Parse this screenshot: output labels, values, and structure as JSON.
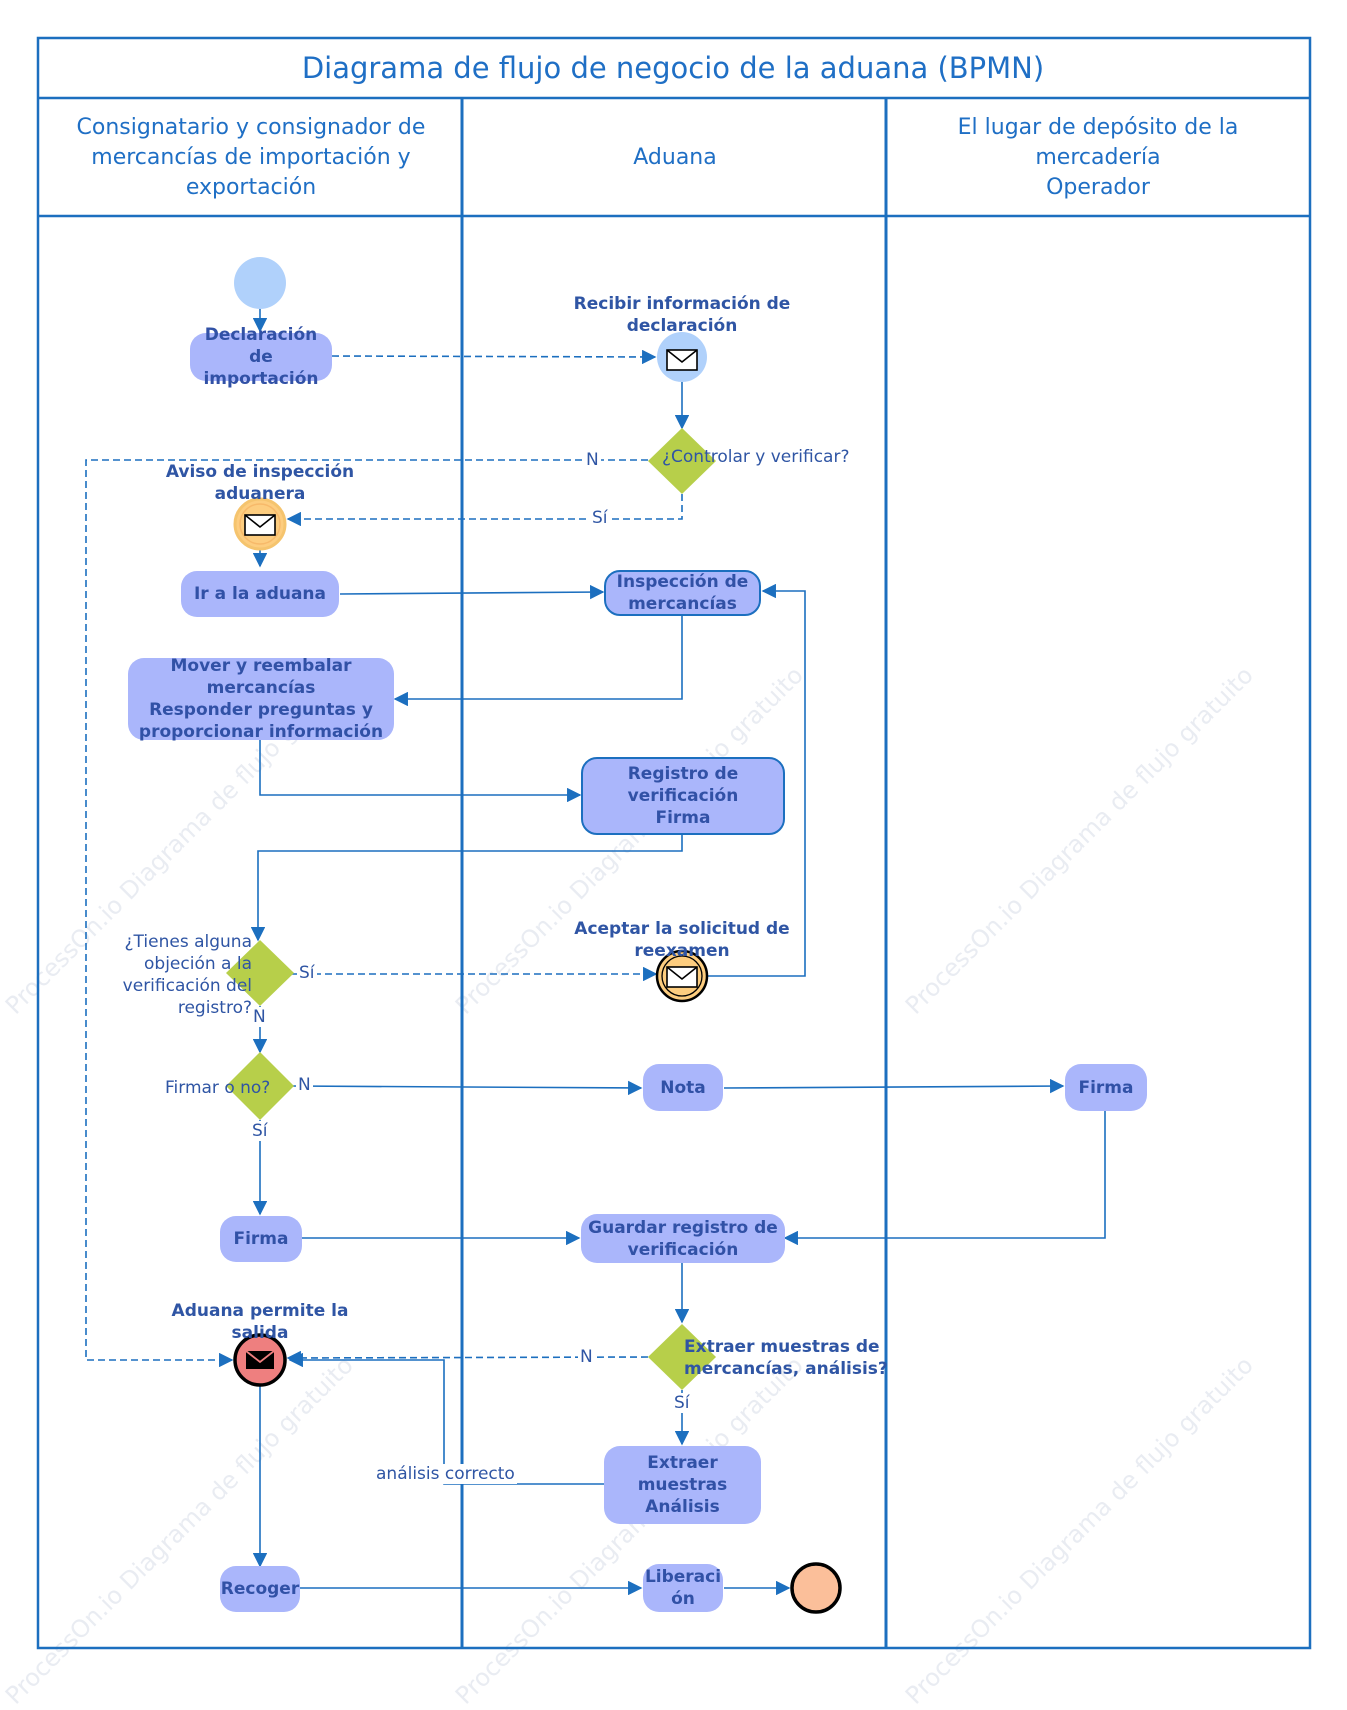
{
  "diagram_title": "Diagrama de flujo de negocio de la aduana (BPMN)",
  "lanes": [
    "Consignatario y consignador de\nmercancías de importación y\nexportación",
    "Aduana",
    "El lugar de depósito de la\nmercadería\nOperador"
  ],
  "tasks": {
    "declaracion": "Declaración de\nimportación",
    "ir_aduana": "Ir a la aduana",
    "inspeccion": "Inspección de\nmercancías",
    "mover": "Mover y reembalar\nmercancías\nResponder preguntas y\nproporcionar información",
    "registro": "Registro de\nverificación\nFirma",
    "nota": "Nota",
    "firma_operador": "Firma",
    "firma_consignatario": "Firma",
    "guardar": "Guardar registro de\nverificación",
    "extraer": "Extraer muestras\nAnálisis",
    "recoger": "Recoger",
    "liberacion": "Liberaci\nón"
  },
  "events": {
    "recibir": "Recibir información de\ndeclaración",
    "aviso": "Aviso de inspección\naduanera",
    "aceptar": "Aceptar la solicitud de\nreexamen",
    "permite": "Aduana permite la\nsalida"
  },
  "gateways": {
    "controlar": "¿Controlar y verificar?",
    "objecion": "¿Tienes alguna\nobjeción a la\nverificación del\nregistro?",
    "firmar": "Firmar o no?",
    "muestras": "Extraer muestras de\nmercancías, análisis?"
  },
  "flow_labels": {
    "no1": "N",
    "si1": "Sí",
    "si2": "Sí",
    "no2": "N",
    "no3": "N",
    "si3": "Sí",
    "no4": "N",
    "si4": "Sí",
    "analisis": "análisis correcto"
  },
  "watermark": "ProcessOn.io Diagrama de flujo gratuito",
  "colors": {
    "lane_border": "#1c6fbf",
    "task_fill": "#aab6fb",
    "task_text": "#3151a6",
    "gateway_fill": "#b7cf4a",
    "start_fill": "#b0d1fb",
    "intermediate_fill": "#fdcd7f",
    "end_msg_fill": "#ee7f7f",
    "end_fill": "#fbbf9a",
    "edge": "#1c6fbf"
  }
}
